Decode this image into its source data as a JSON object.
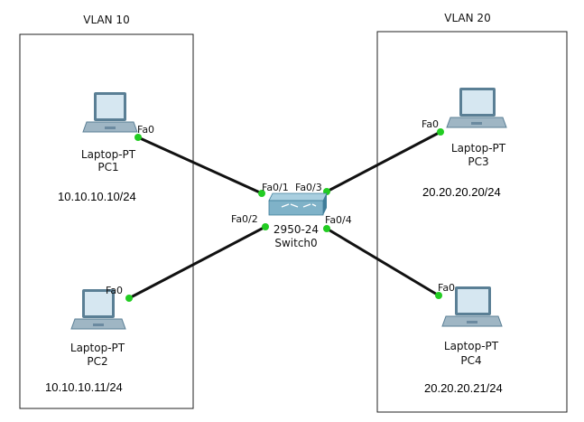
{
  "vlans": [
    {
      "label": "VLAN 10"
    },
    {
      "label": "VLAN 20"
    }
  ],
  "devices": {
    "pc1": {
      "type": "Laptop-PT",
      "name": "PC1",
      "ip": "10.10.10.10/24",
      "port": "Fa0"
    },
    "pc2": {
      "type": "Laptop-PT",
      "name": "PC2",
      "ip": "10.10.10.11/24",
      "port": "Fa0"
    },
    "pc3": {
      "type": "Laptop-PT",
      "name": "PC3",
      "ip": "20.20.20.20/24",
      "port": "Fa0"
    },
    "pc4": {
      "type": "Laptop-PT",
      "name": "PC4",
      "ip": "20.20.20.21/24",
      "port": "Fa0"
    },
    "switch": {
      "model": "2950-24",
      "name": "Switch0"
    }
  },
  "switch_ports": {
    "fa01": "Fa0/1",
    "fa02": "Fa0/2",
    "fa03": "Fa0/3",
    "fa04": "Fa0/4"
  },
  "colors": {
    "link": "#111111",
    "link_up": "#22cc22",
    "laptop_frame": "#5a7f95",
    "laptop_screen": "#d6e7f1",
    "switch_top": "#7fb2c8",
    "switch_side": "#3f7d99"
  }
}
